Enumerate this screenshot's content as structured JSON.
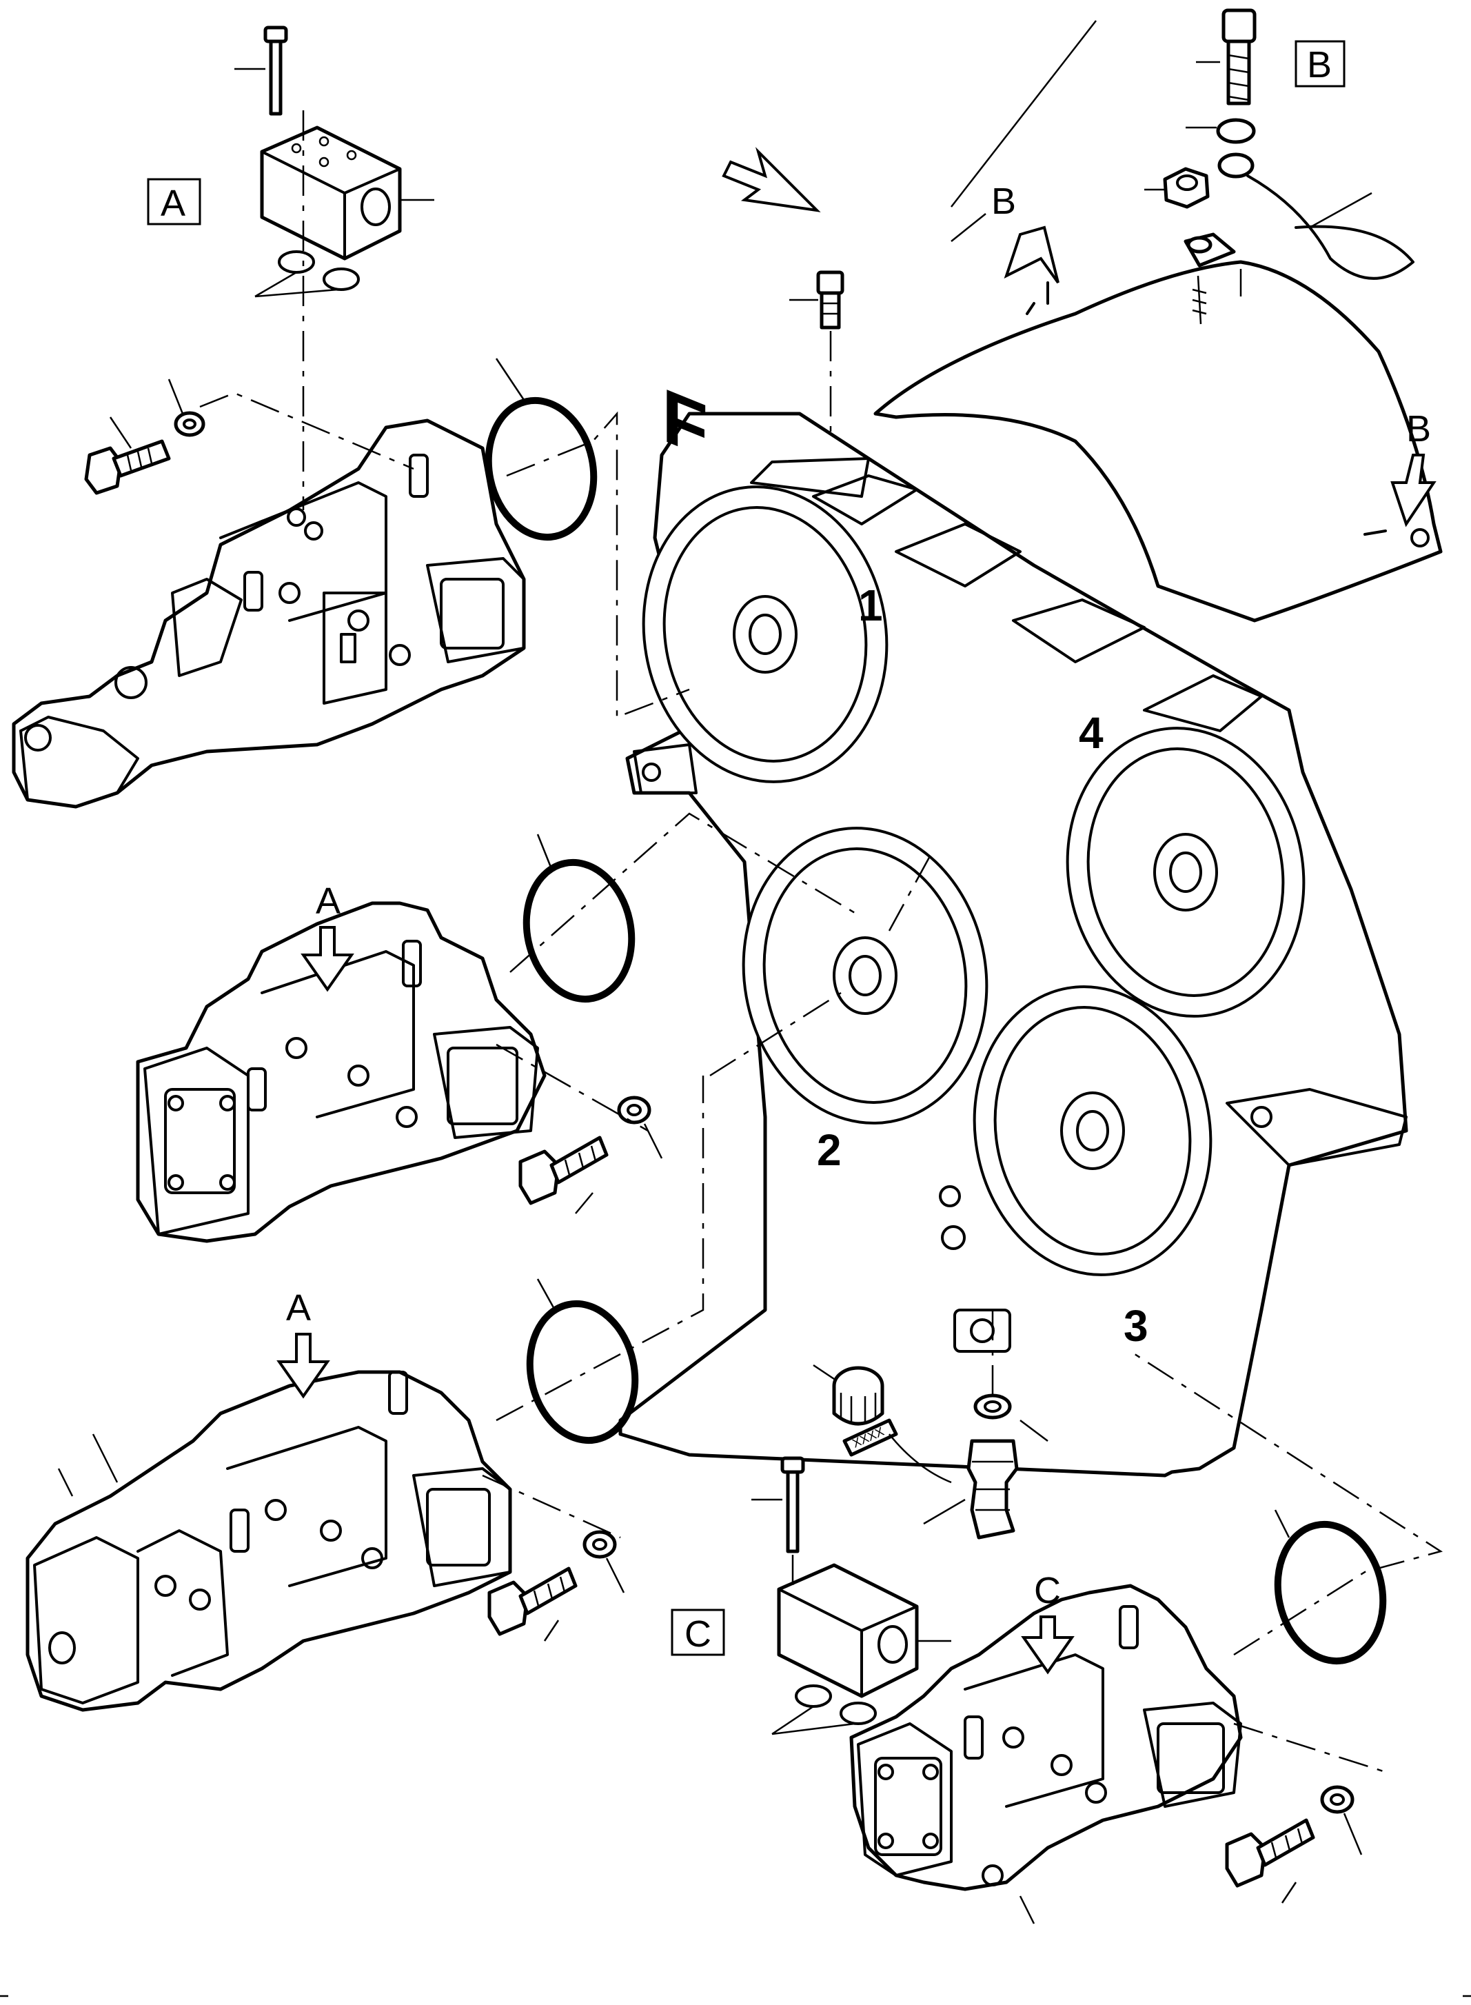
{
  "direction_mark": "F",
  "detail_boxes": {
    "a": "A",
    "b": "B",
    "c": "C"
  },
  "arrow_labels": {
    "b1": "B",
    "b2": "B",
    "a1": "A",
    "a2": "A",
    "c1": "C"
  },
  "pad_numbers": {
    "p1": "1",
    "p2": "2",
    "p3": "3",
    "p4": "4"
  },
  "tag_text": "XXXX"
}
